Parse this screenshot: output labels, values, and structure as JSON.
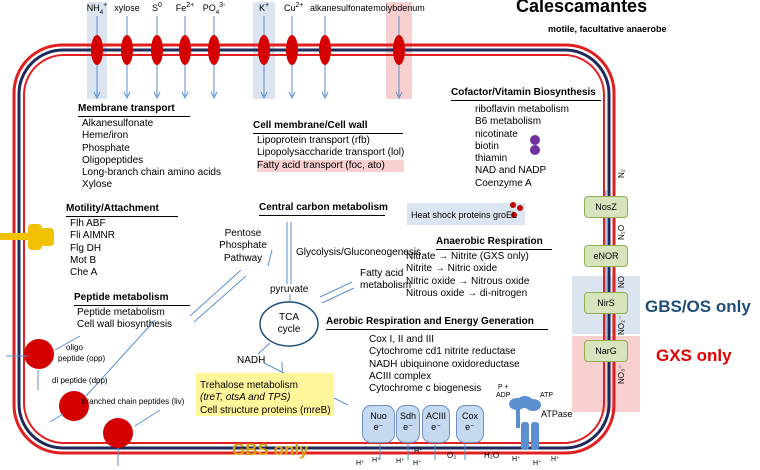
{
  "title": "Calescamantes",
  "subtitle": "motile, facultative anaerobe",
  "transporters": [
    {
      "label": "NH",
      "sup": "+",
      "sub": "4"
    },
    {
      "label": "xylose"
    },
    {
      "label": "S",
      "sup": "0"
    },
    {
      "label": "Fe",
      "sup": "2+"
    },
    {
      "label": "PO",
      "sup": "3-",
      "sub": "4"
    },
    {
      "label": "K",
      "sup": "+"
    },
    {
      "label": "Cu",
      "sup": "2+"
    },
    {
      "label": "alkanesulfonate"
    },
    {
      "label": "molybdenum"
    }
  ],
  "membrane_transport": {
    "heading": "Membrane transport",
    "items": [
      "Alkanesulfonate",
      "Heme/iron",
      "Phosphate",
      "Oligopeptides",
      "Long-branch chain amino acids",
      "Xylose"
    ]
  },
  "cell_membrane": {
    "heading": "Cell membrane/Cell wall",
    "items": [
      "Lipoprotein transport (rfb)",
      "Lipopolysaccharide transport (lol)",
      "Fatty acid transport (foc, ato)"
    ]
  },
  "cofactor": {
    "heading": "Cofactor/Vitamin Biosynthesis",
    "items": [
      "riboflavin metabolism",
      "B6 metabolism",
      "nicotinate",
      "biotin",
      "thiamin",
      "NAD and NADP",
      "Coenzyme A"
    ]
  },
  "motility": {
    "heading": "Motility/Attachment",
    "items": [
      "Flh ABF",
      "Fli AIMNR",
      "Flg DH",
      "Mot B",
      "Che A"
    ]
  },
  "central_carbon": {
    "heading": "Central carbon metabolism",
    "ppp": [
      "Pentose",
      "Phosphate",
      "Pathway"
    ],
    "glycolysis": "Glycolysis/Gluconeogenesis",
    "fatty": [
      "Fatty acid",
      "metabolism"
    ],
    "pyruvate": "pyruvate",
    "tca": [
      "TCA",
      "cycle"
    ],
    "nadh": "NADH"
  },
  "heat_shock": "Heat shock proteins groEL",
  "anaerobic": {
    "heading": "Anaerobic Respiration",
    "items": [
      "Nitrate → Nitrite (GXS only)",
      "Nitrite → Nitric oxide",
      "Nitric oxide → Nitrous oxide",
      "Nitrous oxide → di-nitrogen"
    ]
  },
  "peptide": {
    "heading": "Peptide metabolism",
    "items": [
      "Peptide metabolism",
      "Cell wall biosynthesis"
    ]
  },
  "aerobic": {
    "heading": "Aerobic Respiration and Energy Generation",
    "items": [
      "Cox I, II and III",
      "Cytochrome cd1 nitrite reductase",
      "NADH ubiquinone oxidoreductase",
      "ACIII complex",
      "Cytochrome c biogenesis"
    ]
  },
  "trehalose": {
    "line1": "Trehalose metabolism",
    "line2": "(treT, otsA and TPS)",
    "line3": "Cell structure proteins (mreB)"
  },
  "peptide_transport": {
    "oligo": "oligo",
    "oligo2": "peptide (opp)",
    "di": "di peptide (dpp)",
    "branched": "branched chain peptides (liv)"
  },
  "complexes": [
    "Nuo",
    "Sdh",
    "ACIII",
    "Cox"
  ],
  "electron": "e⁻",
  "hplus": "H⁺",
  "o2": "O₂",
  "h2o": "H₂O",
  "atp": {
    "label": "ATPase",
    "atp": "ATP",
    "padp": "P +",
    "adp": "ADP"
  },
  "enzymes": [
    "NosZ",
    "eNOR",
    "NirS",
    "NarG"
  ],
  "gases": [
    "N₂",
    "N₂O",
    "NO",
    "NO₂⁻",
    "NO₃⁻"
  ],
  "region_labels": {
    "gbs_os": "GBS/OS only",
    "gxs": "GXS only",
    "gbs": "GBS only"
  },
  "colors": {
    "membrane_red": "#e02020",
    "membrane_navy": "#1f2a5c",
    "transporter": "#d40000",
    "gbs_os": "#1f4e79",
    "gxs": "#e00000",
    "gbs": "#d4a017",
    "blue_highlight": "#dbe5f1",
    "pink_highlight": "#f8d0d0",
    "yellow_highlight": "#fff59a"
  }
}
